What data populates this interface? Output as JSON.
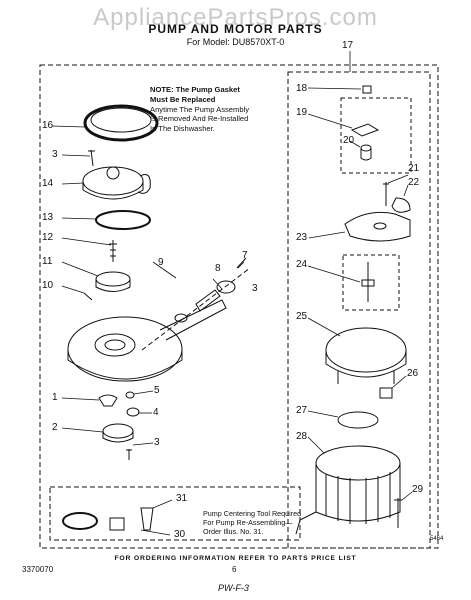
{
  "watermark": "AppliancePartsPros.com",
  "header": {
    "title": "PUMP AND MOTOR PARTS",
    "subtitle": "For Model: DU8570XT-0"
  },
  "note": {
    "lines": [
      "NOTE: The Pump Gasket",
      "Must Be Replaced",
      "Anytime The Pump Assembly",
      "Is Removed And Re-Installed",
      "In The Dishwasher."
    ]
  },
  "tool_note": {
    "lines": [
      "Pump Centering Tool Required",
      "For Pump Re-Assembling—",
      "Order Illus. No. 31."
    ]
  },
  "callouts": {
    "c1": "1",
    "c2": "2",
    "c3a": "3",
    "c3b": "3",
    "c3c": "3",
    "c4": "4",
    "c5": "5",
    "c7": "7",
    "c8": "8",
    "c9": "9",
    "c10": "10",
    "c11": "11",
    "c12": "12",
    "c13": "13",
    "c14": "14",
    "c16": "16",
    "c17": "17",
    "c18": "18",
    "c19": "19",
    "c20": "20",
    "c21": "21",
    "c22": "22",
    "c23": "23",
    "c24": "24",
    "c25": "25",
    "c26": "26",
    "c27": "27",
    "c28": "28",
    "c29": "29",
    "c30": "30",
    "c31": "31"
  },
  "footer": {
    "ordering_info": "FOR ORDERING INFORMATION REFER TO PARTS PRICE LIST",
    "part_number": "3370070",
    "page_number": "6",
    "page_ref": "PW-F-3",
    "drawing_code": "5464"
  }
}
